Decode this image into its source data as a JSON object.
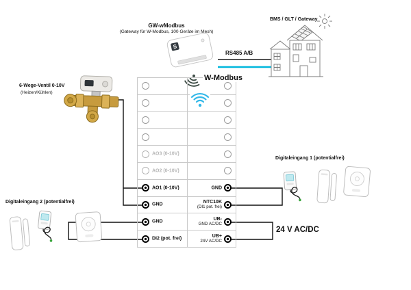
{
  "diagram": {
    "gateway_title": "GW-wModbus",
    "gateway_subtitle": "(Gateway für W-Modbus, 100 Geräte im Mesh)",
    "bms_label": "BMS / GLT / Gateway",
    "bus_label": "RS485 A/B",
    "radio_label": "W-Modbus",
    "valve_title": "6-Wege-Ventil 0-10V",
    "valve_subtitle": "(Heizen/Kühlen)",
    "digital_input_2_label": "Digitaleingang 2 (potentialfrei)",
    "digital_input_1_label": "Digitaleingang 1 (potentialfrei)",
    "power_label": "24 V AC/DC",
    "logo_letter": "S"
  },
  "terminal_block": {
    "left": [
      {
        "label": ""
      },
      {
        "label": ""
      },
      {
        "label": ""
      },
      {
        "label": ""
      },
      {
        "label": "AO3 (0-10V)"
      },
      {
        "label": "AO2 (0-10V)"
      },
      {
        "label": "AO1 (0-10V)"
      },
      {
        "label": "GND"
      },
      {
        "label": "GND"
      },
      {
        "label": "DI2 (pot. frei)"
      }
    ],
    "right": [
      {
        "label": "GND",
        "sublabel": ""
      },
      {
        "label": "NTC10K",
        "sublabel": "(DI1 pot. frei)"
      },
      {
        "label": "UB-",
        "sublabel": "GND AC/DC"
      },
      {
        "label": "UB+",
        "sublabel": "24V AC/DC"
      }
    ]
  },
  "colors": {
    "wire": "#111111",
    "bus_cyan": "#00b7dc",
    "wifi_cyan": "#33b8e8",
    "wifi_dark": "#3f4e47",
    "grid": "#c9c9c9",
    "inactive": "#b5b5b5",
    "valve_brass": "#c79b3e"
  }
}
